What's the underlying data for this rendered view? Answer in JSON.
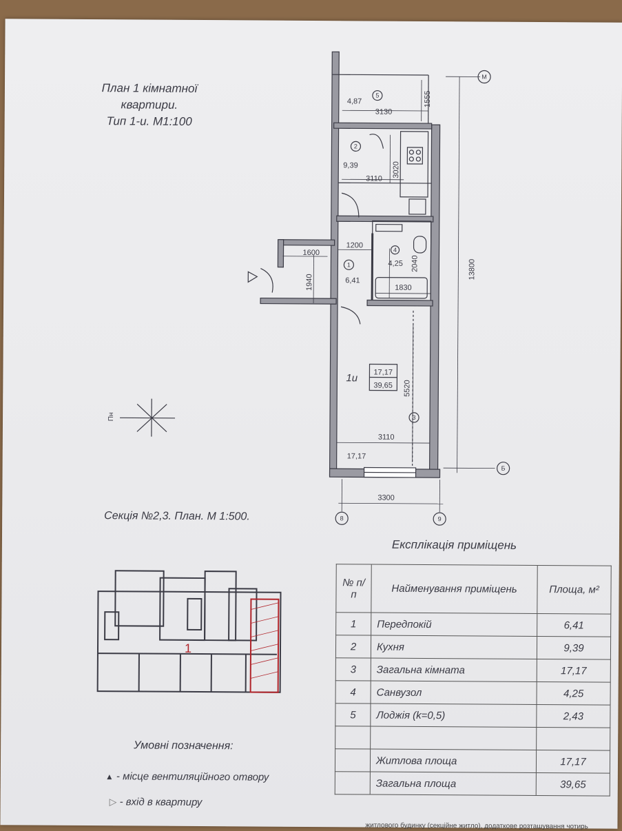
{
  "plan_title": {
    "line1": "План 1 кімнатної",
    "line2": "квартири.",
    "line3": "Тип 1-и. М1:100"
  },
  "floor_plan": {
    "dims": {
      "balcony_area": "4,87",
      "balcony_w": "3130",
      "balcony_d": "1555",
      "kitchen_area": "9,39",
      "kitchen_w": "3110",
      "kitchen_d": "3020",
      "hall_w": "1200",
      "vest_w": "1600",
      "vest_d": "1940",
      "bath_area": "4,25",
      "bath_d": "2040",
      "bath_w": "1830",
      "hall_area": "6,41",
      "total_h": "13800",
      "living_d": "5520",
      "living_w": "3110",
      "living_area": "17,17",
      "overall_w": "3300"
    },
    "room_markers": [
      "5",
      "2",
      "1",
      "4",
      "3"
    ],
    "apt_label": "1и",
    "apt_living": "17,17",
    "apt_total": "39,65",
    "axes": [
      "М",
      "Б",
      "8",
      "9"
    ],
    "north": "Пн"
  },
  "section_title": "Секція №2,3. План. М 1:500.",
  "section_marker": "1",
  "explication": {
    "title": "Експлікація приміщень",
    "headers": {
      "num": "№ п/п",
      "name": "Найменування приміщень",
      "area": "Площа, м²"
    },
    "rows": [
      {
        "n": "1",
        "name": "Передпокій",
        "area": "6,41"
      },
      {
        "n": "2",
        "name": "Кухня",
        "area": "9,39"
      },
      {
        "n": "3",
        "name": "Загальна кімната",
        "area": "17,17"
      },
      {
        "n": "4",
        "name": "Санвузол",
        "area": "4,25"
      },
      {
        "n": "5",
        "name": "Лоджія (k=0,5)",
        "area": "2,43"
      }
    ],
    "living_label": "Житлова площа",
    "living_value": "17,17",
    "total_label": "Загальна площа",
    "total_value": "39,65"
  },
  "legend": {
    "title": "Умовні позначення:",
    "vent": "- місце вентиляційного отвору",
    "entry": "- вхід в квартиру"
  },
  "footer_note": "житлового будинку (секційне житло), додаткове розташування чотирь"
}
